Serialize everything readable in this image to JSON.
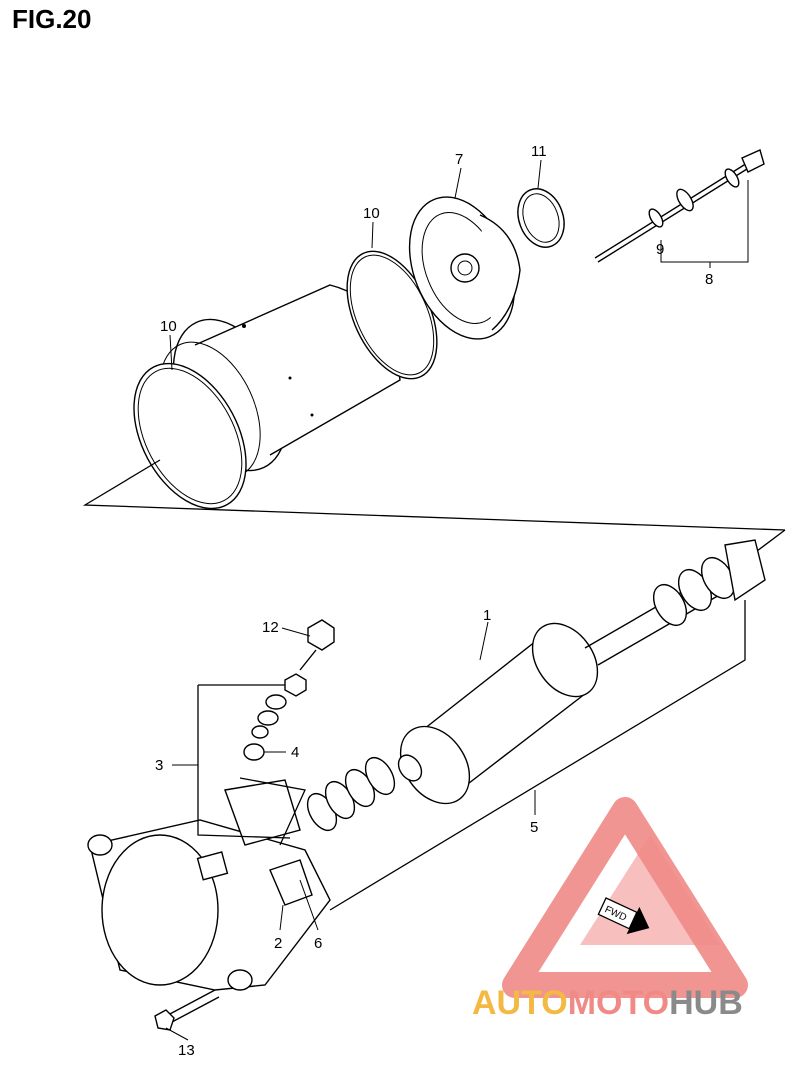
{
  "figure": {
    "title": "FIG.20"
  },
  "callouts": {
    "p1": "1",
    "p2": "2",
    "p3": "3",
    "p4": "4",
    "p5": "5",
    "p6": "6",
    "p7": "7",
    "p8": "8",
    "p9": "9",
    "p10a": "10",
    "p10b": "10",
    "p11": "11",
    "p12": "12",
    "p13": "13"
  },
  "watermark": {
    "part1": "AUTO",
    "part2": "MOTO",
    "part3": "HUB",
    "fwd_label": "FWD",
    "colors": {
      "auto": "#f4b942",
      "moto": "#f08a86",
      "hub": "#8a8a8a",
      "triangle": "#f08a86"
    }
  }
}
